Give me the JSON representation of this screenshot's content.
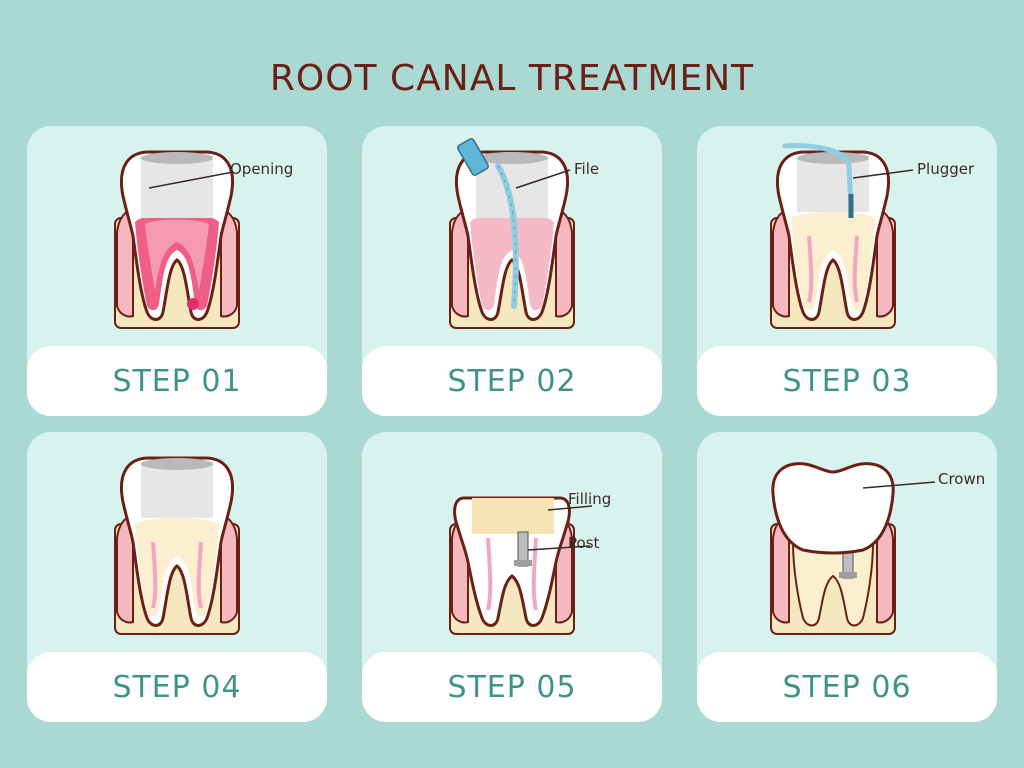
{
  "title": "ROOT CANAL TREATMENT",
  "steps": [
    {
      "label": "STEP 01",
      "annotations": [
        "Opening"
      ]
    },
    {
      "label": "STEP 02",
      "annotations": [
        "File"
      ]
    },
    {
      "label": "STEP 03",
      "annotations": [
        "Plugger"
      ]
    },
    {
      "label": "STEP 04",
      "annotations": []
    },
    {
      "label": "STEP 05",
      "annotations": [
        "Filling",
        "Post"
      ]
    },
    {
      "label": "STEP 06",
      "annotations": [
        "Crown"
      ]
    }
  ],
  "colors": {
    "background": "#aad9d3",
    "card": "#d8f3ee",
    "title": "#6b2016",
    "step_text": "#3f9387",
    "pulp_infected": "#ee5e86",
    "gum": "#f2c4c4",
    "bone": "#f5e8c0",
    "tool": "#8fcde3"
  },
  "icons": [
    "tooth-opening-icon",
    "tooth-file-icon",
    "tooth-plugger-icon",
    "tooth-sealed-icon",
    "tooth-post-icon",
    "tooth-crown-icon"
  ]
}
